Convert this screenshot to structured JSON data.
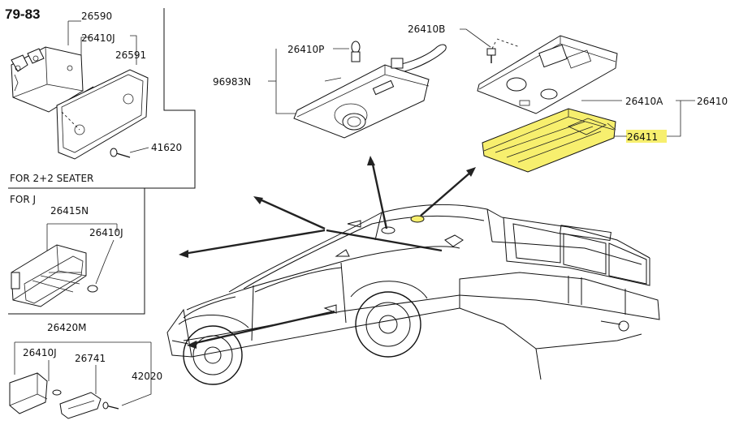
{
  "title": "79-83",
  "highlight_color": "#f7ef6e",
  "labels": {
    "p26590": "26590",
    "p26410J_a": "26410J",
    "p26591": "26591",
    "p41620": "41620",
    "for_2_2": "FOR 2+2 SEATER",
    "for_j": "FOR J",
    "p26415N": "26415N",
    "p26410J_b": "26410J",
    "p26420M": "26420M",
    "p26410J_c": "26410J",
    "p26741": "26741",
    "p42020": "42020",
    "p26410P": "26410P",
    "p96983N": "96983N",
    "p26410B": "26410B",
    "p26410A": "26410A",
    "p26410": "26410",
    "p26411": "26411"
  }
}
